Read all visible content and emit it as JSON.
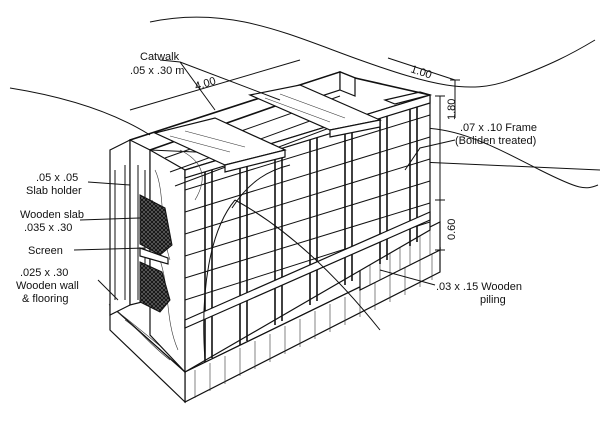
{
  "labels": {
    "catwalk_line1": "Catwalk",
    "catwalk_line2": ".05 x .30 m",
    "frame_line1": ".07 x .10 Frame",
    "frame_line2": "(Boliden treated)",
    "slab_holder_line1": ".05 x .05",
    "slab_holder_line2": "Slab holder",
    "wooden_slab_line1": "Wooden slab",
    "wooden_slab_line2": ".035 x .30",
    "screen": "Screen",
    "wall_line1": ".025 x .30",
    "wall_line2": "Wooden wall",
    "wall_line3": "& flooring",
    "piling_line1": ".03 x .15 Wooden",
    "piling_line2": "piling"
  },
  "dimensions": {
    "length": "4.00",
    "width": "1.00",
    "upper_height": "1.80",
    "lower_height": "0.60"
  }
}
